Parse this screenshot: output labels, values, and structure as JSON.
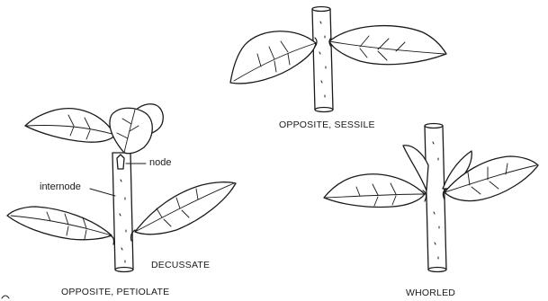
{
  "labels": {
    "opposite_sessile": "OPPOSITE, SESSILE",
    "node": "node",
    "internode": "internode",
    "decussate": "DECUSSATE",
    "opposite_petiolate": "OPPOSITE, PETIOLATE",
    "whorled": "WHORLED"
  },
  "colors": {
    "ink": "#1a1a1a",
    "paper": "#ffffff"
  }
}
